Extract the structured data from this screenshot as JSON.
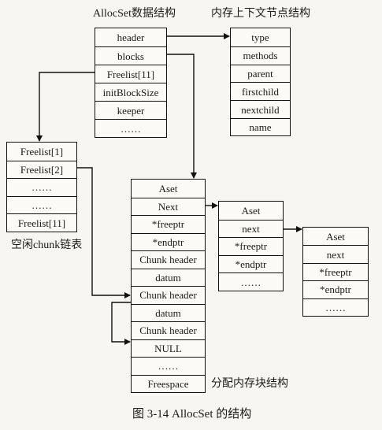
{
  "titles": {
    "allocset": "AllocSet数据结构",
    "memctx": "内存上下文节点结构",
    "chunk": "空闲chunk链表",
    "blocks": "分配内存块结构",
    "caption": "图 3-14    AllocSet 的结构"
  },
  "allocset": [
    "header",
    "blocks",
    "Freelist[11]",
    "initBlockSize",
    "keeper",
    "……"
  ],
  "memctx": [
    "type",
    "methods",
    "parent",
    "firstchild",
    "nextchild",
    "name"
  ],
  "freelist": [
    "Freelist[1]",
    "Freelist[2]",
    "……",
    "……",
    "Freelist[11]"
  ],
  "block1": [
    "Aset",
    "Next",
    "*freeptr",
    "*endptr",
    "Chunk header",
    "datum",
    "Chunk header",
    "datum",
    "Chunk header",
    "NULL",
    "……",
    "Freespace"
  ],
  "block2": [
    "Aset",
    "next",
    "*freeptr",
    "*endptr",
    "……"
  ],
  "block3": [
    "Aset",
    "next",
    "*freeptr",
    "*endptr",
    "……"
  ]
}
